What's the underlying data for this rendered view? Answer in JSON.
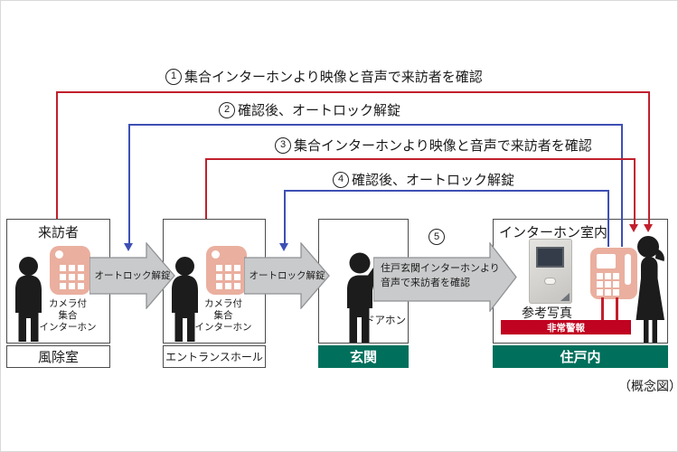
{
  "steps": {
    "s1": {
      "num": "1",
      "label": "集合インターホンより映像と音声で来訪者を確認"
    },
    "s2": {
      "num": "2",
      "label": "確認後、オートロック解錠"
    },
    "s3": {
      "num": "3",
      "label": "集合インターホンより映像と音声で来訪者を確認"
    },
    "s4": {
      "num": "4",
      "label": "確認後、オートロック解錠"
    },
    "s5": {
      "num": "5",
      "label": ""
    }
  },
  "autolock_arrows": {
    "first": "オートロック解錠",
    "second": "オートロック解錠"
  },
  "step5_arrow": {
    "line1": "住戸玄関インターホンより",
    "line2": "音声で来訪者を確認"
  },
  "zones": {
    "visitor": {
      "title": "来訪者",
      "room": "風除室",
      "device": [
        "カメラ付",
        "集合",
        "インターホン"
      ]
    },
    "entrance_hall": {
      "room": "エントランスホール",
      "device": [
        "カメラ付",
        "集合",
        "インターホン"
      ]
    },
    "entry": {
      "room": "玄関",
      "device_label": "ドアホン"
    },
    "unit": {
      "title": "インターホン室内",
      "room": "住戸内",
      "photo_caption": "参考写真",
      "alarm_label": "非常警報"
    }
  },
  "footer": {
    "caption": "（概念図）"
  },
  "colors": {
    "confirm_line_red": "#c21f2c",
    "unlock_line_blue": "#3e4fb5",
    "zone_teal": "#00705c",
    "alarm_banner_red": "#c00321",
    "device_salmon": "#eaaf9f",
    "arrow_gray": "#c9cacb"
  }
}
